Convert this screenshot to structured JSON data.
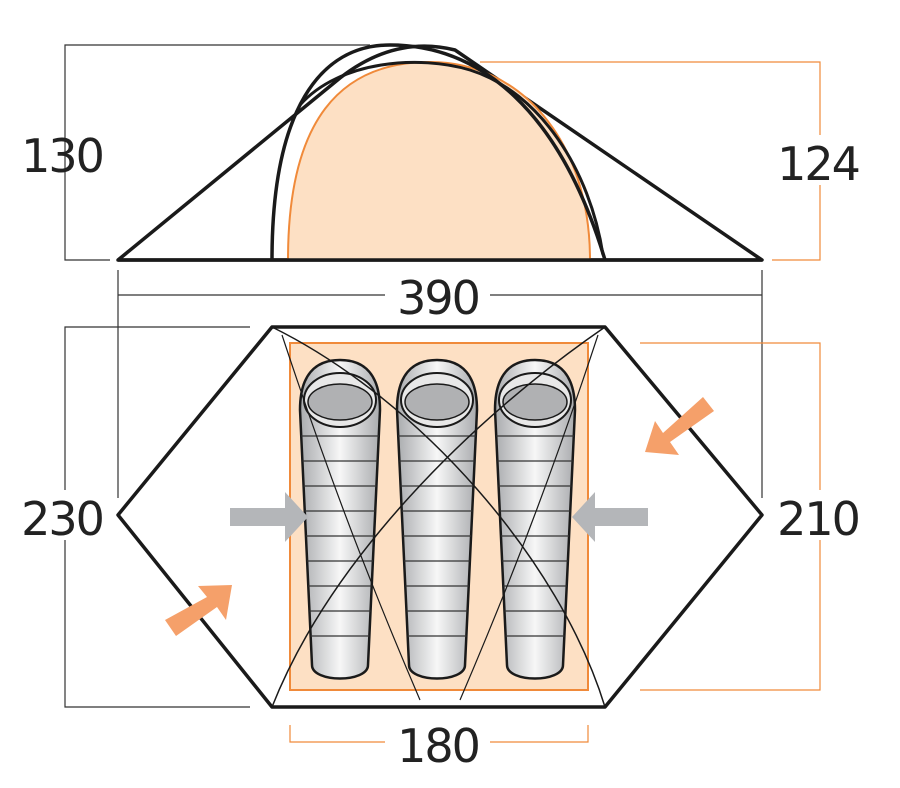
{
  "dimensions": {
    "side_height_outer": "130",
    "side_height_inner": "124",
    "total_length": "390",
    "floor_width_outer": "230",
    "floor_width_inner": "210",
    "inner_length": "180"
  },
  "colors": {
    "inner_fill": "#fde0c4",
    "inner_stroke": "#f08a3a",
    "outline": "#1a1a1a",
    "arrow_orange": "#f5a06a",
    "arrow_grey": "#b4b6b9",
    "dimension_line_dark": "#333333",
    "dimension_line_orange": "#f08a3a"
  }
}
